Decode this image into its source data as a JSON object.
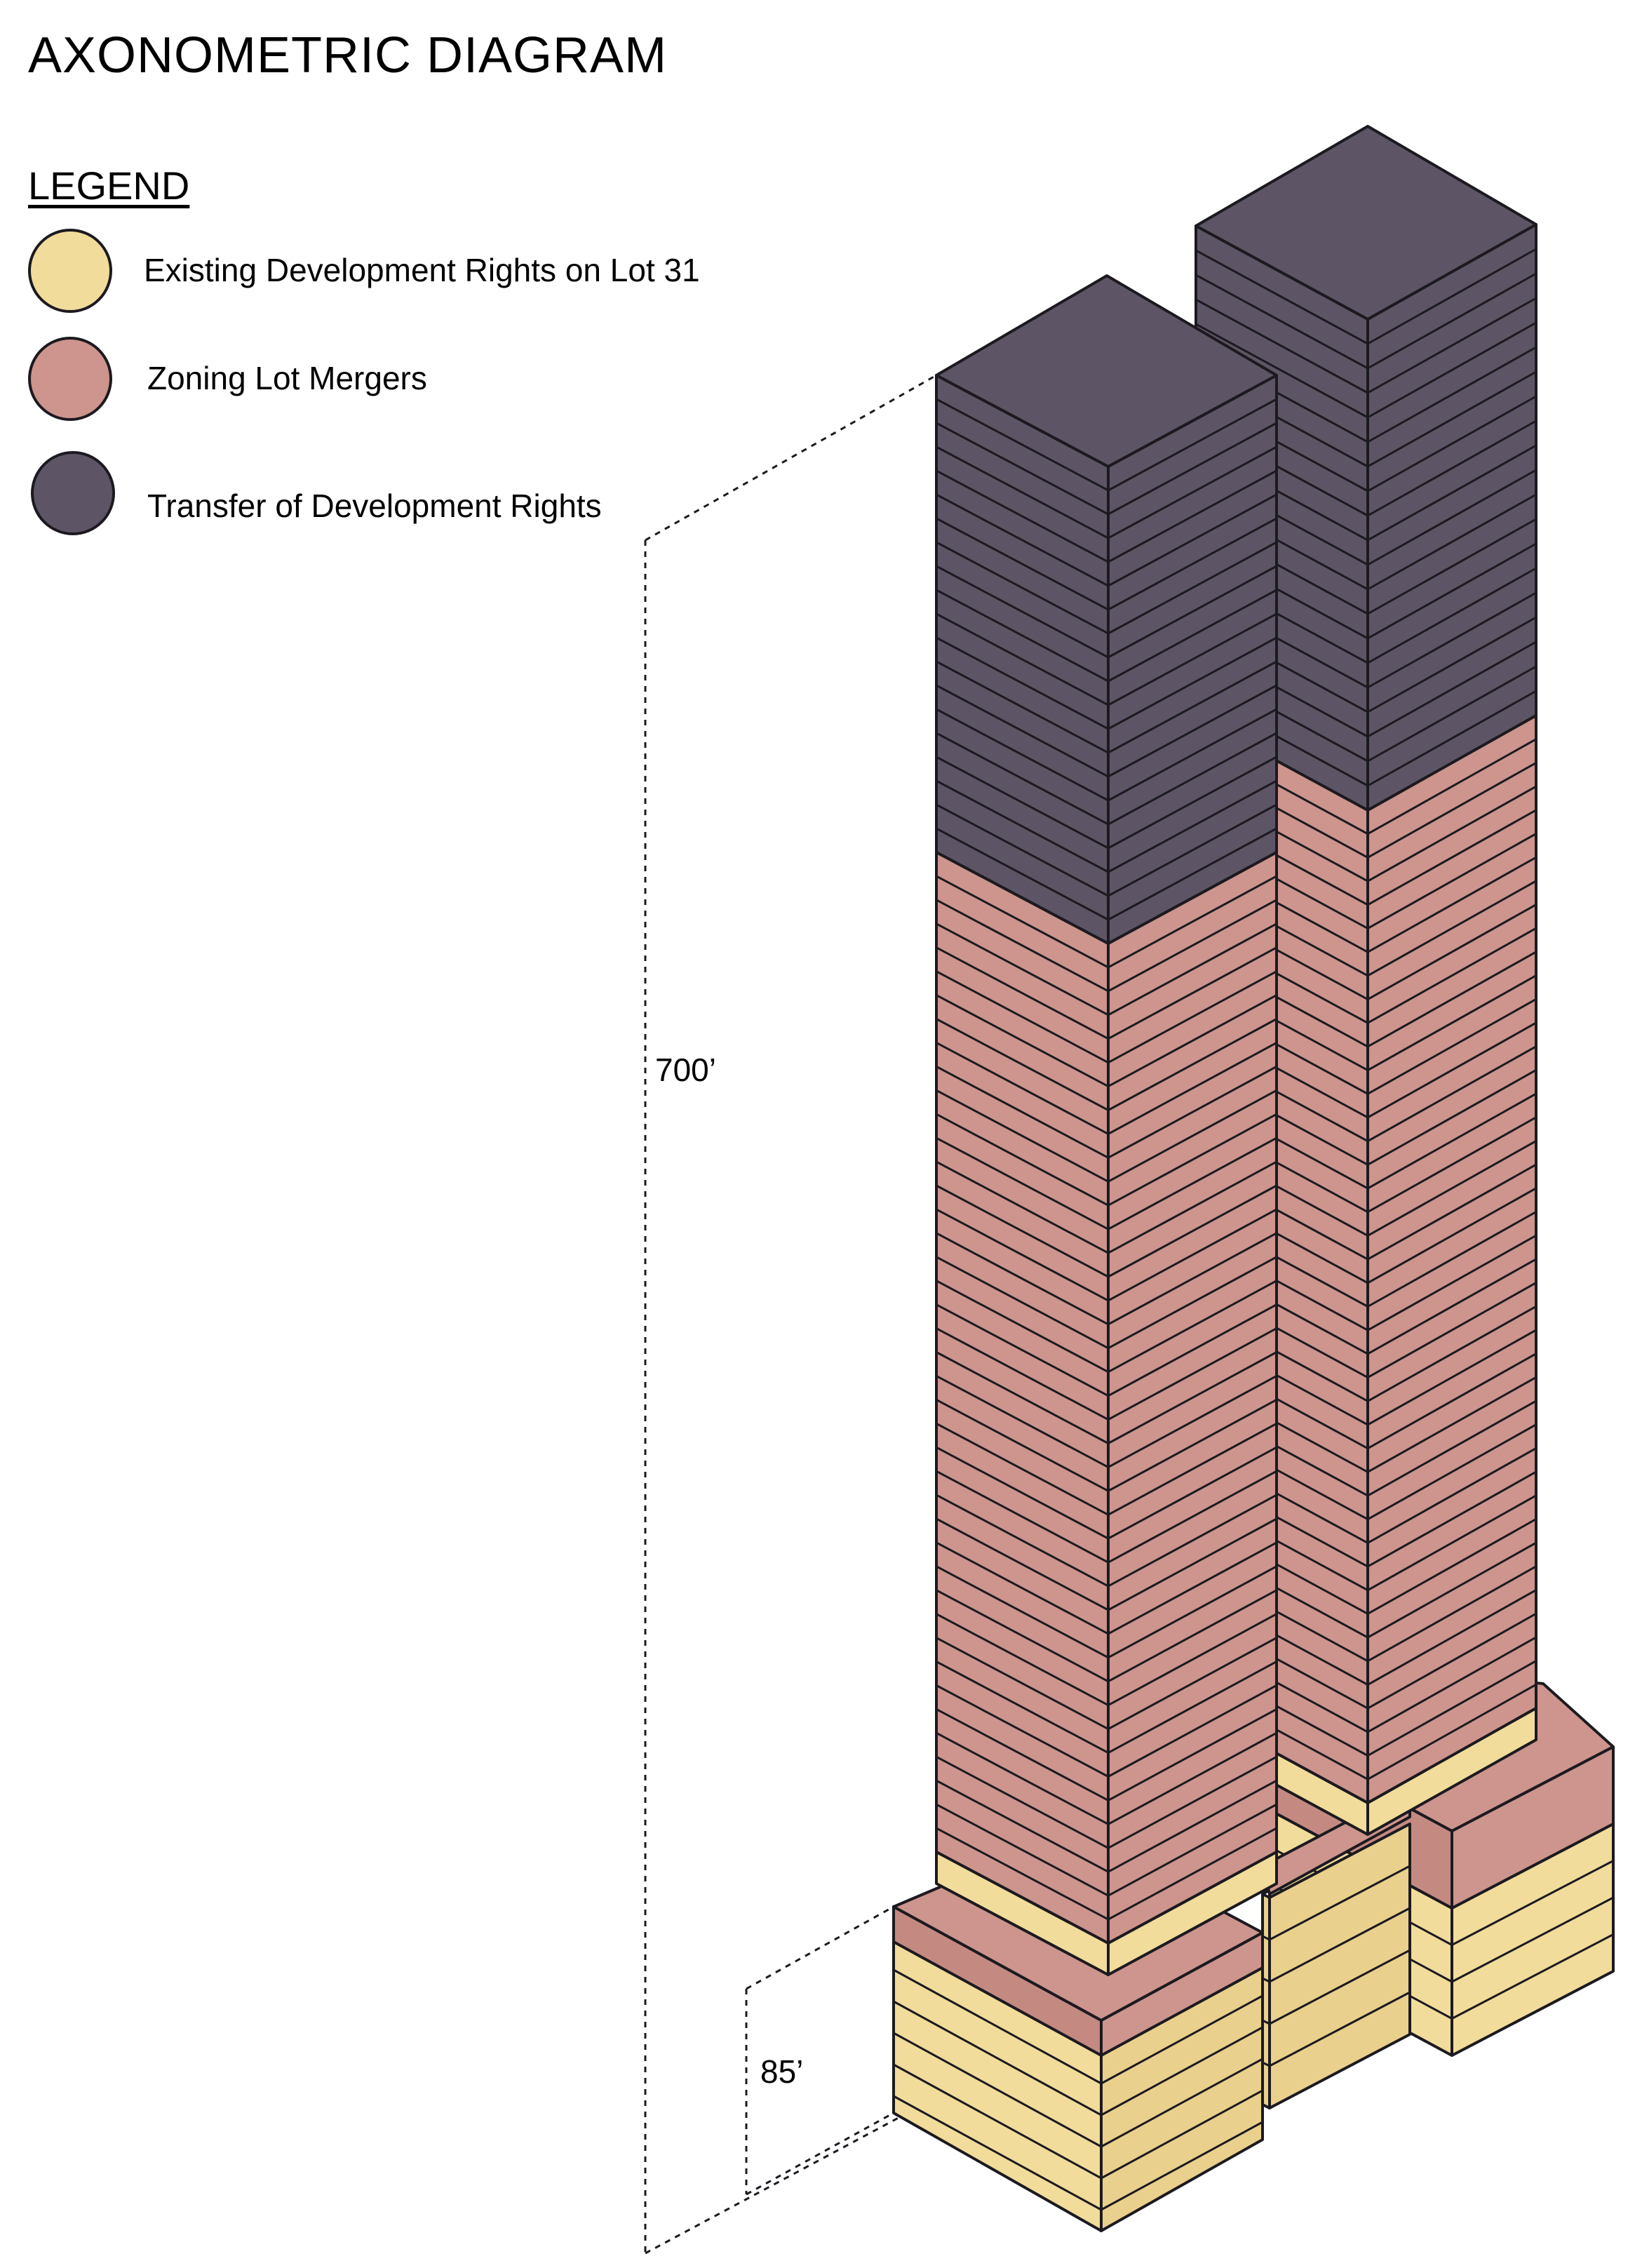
{
  "title": "AXONOMETRIC DIAGRAM",
  "legend": {
    "title": "LEGEND",
    "items": [
      {
        "label": "Existing Development Rights on Lot 31",
        "color": "#f2dc9b"
      },
      {
        "label": "Zoning Lot Mergers",
        "color": "#cd958d"
      },
      {
        "label": "Transfer of Development Rights",
        "color": "#5d5565"
      }
    ]
  },
  "dimensions": {
    "tower_height": "700’",
    "podium_height": "85’"
  },
  "colors": {
    "stroke": "#1c1a20"
  }
}
